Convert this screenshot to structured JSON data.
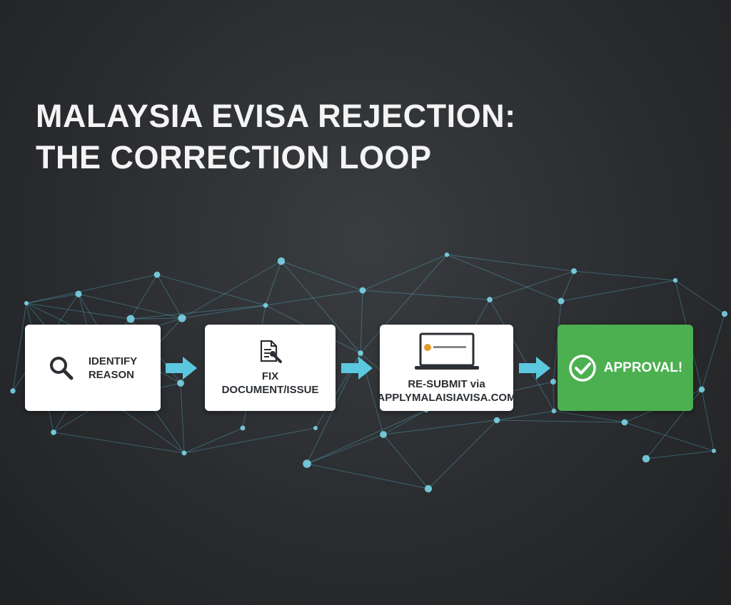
{
  "title": {
    "line1": "MALAYSIA EVISA REJECTION:",
    "line2": "THE CORRECTION LOOP"
  },
  "steps": [
    {
      "label1": "IDENTIFY",
      "label2": "REASON",
      "icon": "magnifier-icon"
    },
    {
      "label1": "FIX",
      "label2": "DOCUMENT/ISSUE",
      "icon": "document-wrench-icon"
    },
    {
      "label1": "RE-SUBMIT via",
      "label2": "APPLYMALAISIAVISA.COM",
      "icon": "laptop-icon"
    },
    {
      "label1": "APPROVAL!",
      "icon": "check-circle-icon"
    }
  ],
  "colors": {
    "accent": "#5bc8e0",
    "approval": "#4caf50",
    "background": "#2a2c2f"
  }
}
